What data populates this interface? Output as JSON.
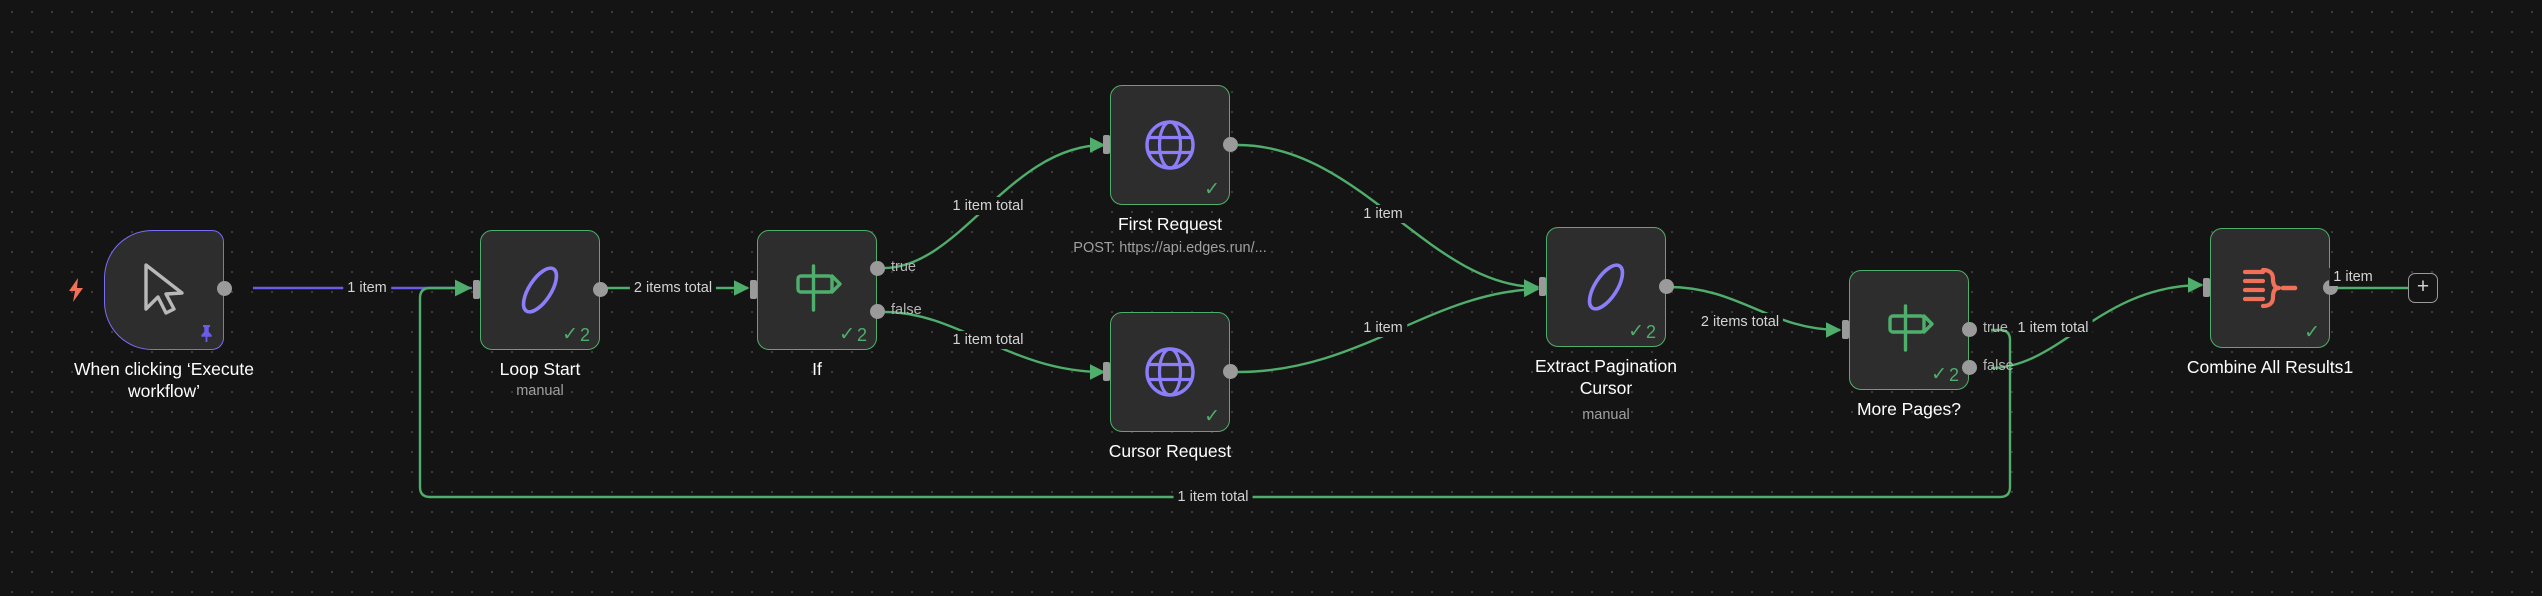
{
  "canvas": {
    "background_color": "#141414",
    "grid_dot_color": "#3a3a3a",
    "accent_success": "#4fae6b",
    "accent_trigger": "#7b6cf6",
    "accent_code": "#8b7ef8",
    "accent_merge": "#f0705a"
  },
  "nodes": [
    {
      "id": "trigger",
      "name": "When clicking ‘Execute\nworkflow’",
      "sublabel": "",
      "icon": "mouse-cursor-icon",
      "run_count": "",
      "pinned": true
    },
    {
      "id": "loop-start",
      "name": "Loop Start",
      "sublabel": "manual",
      "icon": "code-pencil-icon",
      "run_count": "2",
      "pinned": false
    },
    {
      "id": "if",
      "name": "If",
      "sublabel": "",
      "icon": "signpost-icon",
      "run_count": "2",
      "pinned": false,
      "outputs": [
        "true",
        "false"
      ]
    },
    {
      "id": "first-request",
      "name": "First Request",
      "sublabel": "POST: https://api.edges.run/...",
      "icon": "globe-icon",
      "run_count": "",
      "pinned": false
    },
    {
      "id": "cursor-request",
      "name": "Cursor Request",
      "sublabel": "",
      "icon": "globe-icon",
      "run_count": "",
      "pinned": false
    },
    {
      "id": "extract-pagination-cursor",
      "name": "Extract Pagination\nCursor",
      "sublabel": "manual",
      "icon": "code-pencil-icon",
      "run_count": "2",
      "pinned": false
    },
    {
      "id": "more-pages",
      "name": "More Pages?",
      "sublabel": "",
      "icon": "signpost-icon",
      "run_count": "2",
      "pinned": false,
      "outputs": [
        "true",
        "false"
      ]
    },
    {
      "id": "combine-all-results",
      "name": "Combine All Results1",
      "sublabel": "",
      "icon": "merge-icon",
      "run_count": "",
      "pinned": false
    }
  ],
  "edge_labels": {
    "trigger_to_loop": "1 item",
    "loop_to_if": "2 items total",
    "if_true_to_first": "1 item total",
    "if_false_to_cursor": "1 item total",
    "first_to_extract": "1 item",
    "cursor_to_extract": "1 item",
    "extract_to_more": "2 items total",
    "more_false_to_combine": "1 item total",
    "more_true_loopback": "1 item total",
    "combine_to_add": "1 item"
  },
  "port_tags": {
    "true": "true",
    "false": "false"
  },
  "add_button": {
    "label": "+"
  }
}
